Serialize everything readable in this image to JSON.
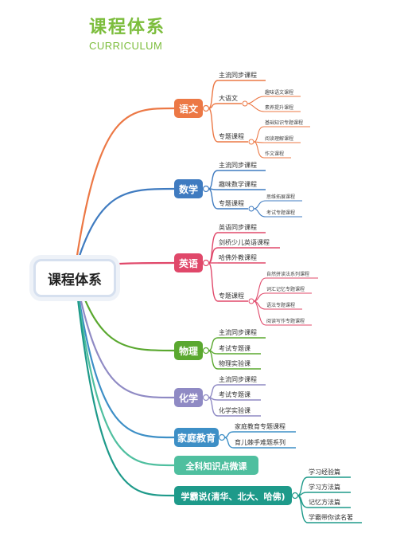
{
  "header": {
    "title": "课程体系",
    "subtitle": "CURRICULUM"
  },
  "center": {
    "label": "课程体系"
  },
  "branches": [
    {
      "label": "语文",
      "color": "#ec7845",
      "children": [
        {
          "label": "主流同步课程",
          "children": []
        },
        {
          "label": "大语文",
          "children": [
            "趣味语文课程",
            "素养提升课程"
          ]
        },
        {
          "label": "专题课程",
          "children": [
            "基础知识专题课程",
            "阅读理解课程",
            "作文课程"
          ]
        }
      ]
    },
    {
      "label": "数学",
      "color": "#3f7bc0",
      "children": [
        {
          "label": "主流同步课程",
          "children": []
        },
        {
          "label": "趣味数学课程",
          "children": []
        },
        {
          "label": "专题课程",
          "children": [
            "思维拓展课程",
            "考试专题课程"
          ]
        }
      ]
    },
    {
      "label": "英语",
      "color": "#e0486a",
      "children": [
        {
          "label": "英语同步课程",
          "children": []
        },
        {
          "label": "剑桥少儿英语课程",
          "children": []
        },
        {
          "label": "哈佛外教课程",
          "children": []
        },
        {
          "label": "专题课程",
          "children": [
            "自然拼读法系列课程",
            "词汇记忆专题课程",
            "语法专题课程",
            "阅读写作专题课程"
          ]
        }
      ]
    },
    {
      "label": "物理",
      "color": "#5aa82f",
      "children": [
        {
          "label": "主流同步课程",
          "children": []
        },
        {
          "label": "考试专题课",
          "children": []
        },
        {
          "label": "物理实验课",
          "children": []
        }
      ]
    },
    {
      "label": "化学",
      "color": "#8f8ac4",
      "children": [
        {
          "label": "主流同步课程",
          "children": []
        },
        {
          "label": "考试专题课",
          "children": []
        },
        {
          "label": "化学实验课",
          "children": []
        }
      ]
    },
    {
      "label": "家庭教育",
      "color": "#3d8fc6",
      "children": [
        {
          "label": "家庭教育专题课程",
          "children": []
        },
        {
          "label": "育儿棘手难题系列",
          "children": []
        }
      ]
    },
    {
      "label": "全科知识点微课",
      "color": "#4fbf9f",
      "children": []
    },
    {
      "label": "学霸说(清华、北大、哈佛)",
      "color": "#1e9a8a",
      "children": [
        {
          "label": "学习经验篇",
          "children": []
        },
        {
          "label": "学习方法篇",
          "children": []
        },
        {
          "label": "记忆方法篇",
          "children": []
        },
        {
          "label": "学霸带你读名著",
          "children": []
        }
      ]
    }
  ]
}
